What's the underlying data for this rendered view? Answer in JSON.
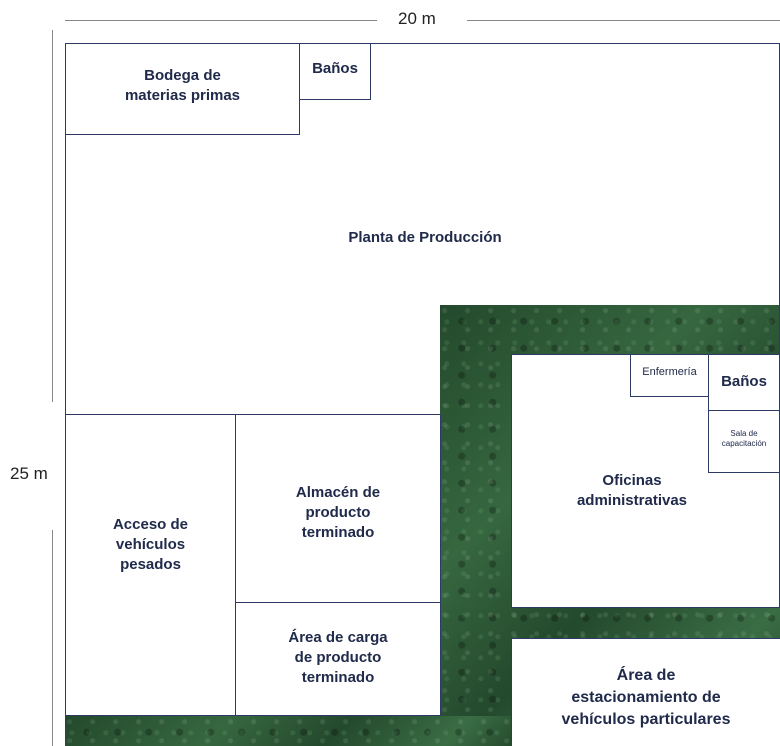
{
  "dimensions": {
    "width": "20 m",
    "height": "25 m"
  },
  "rooms": {
    "bodega": "Bodega de\nmaterias primas",
    "banos_top": "Baños",
    "planta": "Planta de Producción",
    "enfermeria": "Enfermería",
    "banos_right": "Baños",
    "sala": "Sala de\ncapacitación",
    "oficinas": "Oficinas\nadministrativas",
    "acceso": "Acceso de\nvehículos\npesados",
    "almacen": "Almacén de\nproducto\nterminado",
    "area_carga": "Área de carga\nde producto\nterminado",
    "estacionamiento": "Área de\nestacionamiento de\nvehículos particulares"
  },
  "colors": {
    "green_area": "#2c5a36",
    "border": "#2e3a66"
  }
}
